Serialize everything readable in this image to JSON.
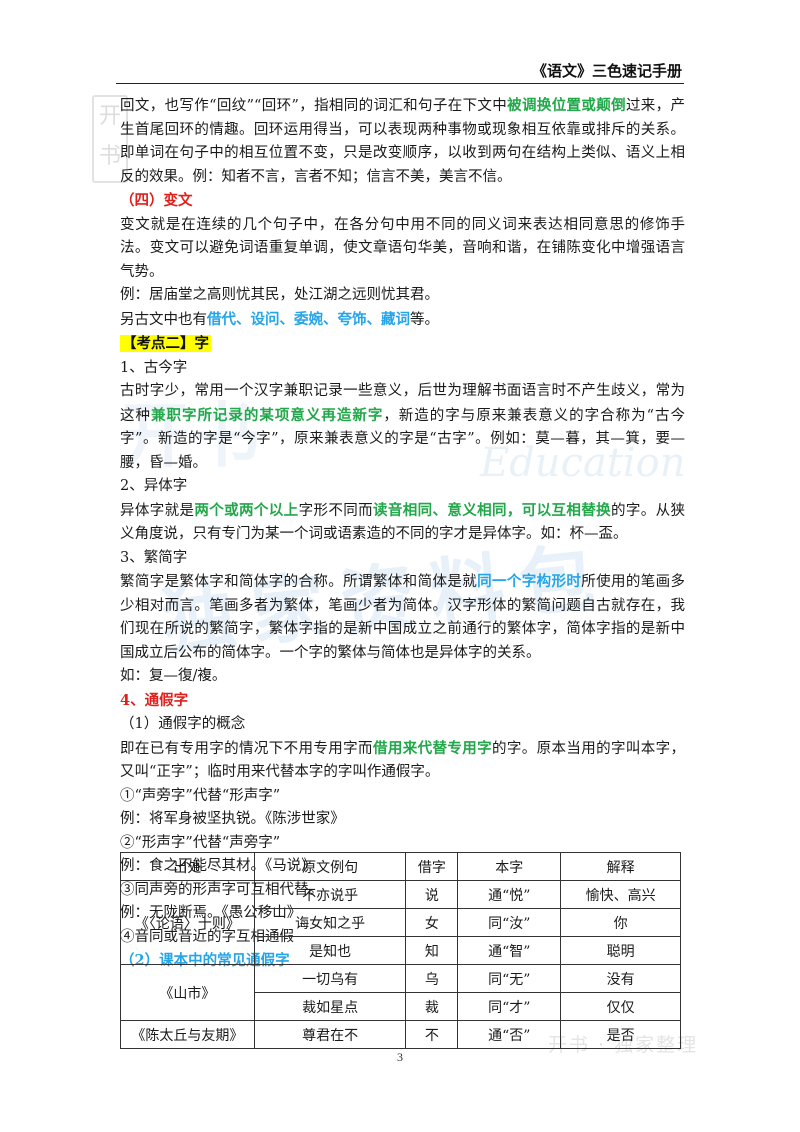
{
  "header": {
    "title": "《语文》三色速记手册"
  },
  "watermarks": {
    "stamp": "开书",
    "big": "独家资料包",
    "mid": "开书",
    "edu": "Education",
    "bottom": "开书 · 独家整理"
  },
  "hui_wen": {
    "l1a": "回文，也写作“回纹”“回环”，指相同的词汇和句子在下文中",
    "l1b": "被调换位置或颠倒",
    "l1c": "过来，产生首尾回环的情趣。回环运用得当，可以表现两种事物或现象相互依靠或排斥的关系。即单词在句子中的相互位置不变，只是改变顺序，以收到两句在结构上类似、语义上相反的效果。例：知者不言，言者不知；信言不美，美言不信。"
  },
  "bian_wen": {
    "heading": "（四）变文",
    "p1": "变文就是在连续的几个句子中，在各分句中用不同的同义词来表达相同意思的修饰手法。变文可以避免词语重复单调，使文章语句华美，音响和谐，在铺陈变化中增强语言气势。",
    "p2": "例：居庙堂之高则忧其民，处江湖之远则忧其君。",
    "p3a": "另古文中也有",
    "p3b": "借代、设问、委婉、夸饰、藏词",
    "p3c": "等。"
  },
  "kaodian2": {
    "label": "【考点二】字"
  },
  "gujin": {
    "title": "1、古今字",
    "a": "古时字少，常用一个汉字兼职记录一些意义，后世为理解书面语言时不产生歧义，常为这种",
    "b": "兼职字所记录的某项意义再造新字",
    "c": "，新造的字与原来兼表意义的字合称为“古今字”。新造的字是“今字”，原来兼表意义的字是“古字”。例如：莫—暮，其—箕，要—腰，昏—婚。"
  },
  "yiti": {
    "title": "2、异体字",
    "a": "异体字就是",
    "b": "两个或两个以上",
    "c": "字形不同而",
    "d": "读音相同、意义相同，可以互相替换",
    "e": "的字。从狭义角度说，只有专门为某一个词或语素造的不同的字才是异体字。如：杯—盃。"
  },
  "fanjian": {
    "title": "3、繁简字",
    "a": "繁简字是繁体字和简体字的合称。所谓繁体和简体是就",
    "b": "同一个字构形时",
    "c": "所使用的笔画多少相对而言。笔画多者为繁体，笔画少者为简体。汉字形体的繁简问题自古就存在，我们现在所说的繁简字，繁体字指的是新中国成立之前通行的繁体字，简体字指的是新中国成立后公布的简体字。一个字的繁体与简体也是异体字的关系。",
    "d": "如：复—復/複。"
  },
  "tongjia": {
    "title": "4、通假字",
    "concept_title": "（1）通假字的概念",
    "a": "即在已有专用字的情况下不用专用字而",
    "b": "借用来代替专用字",
    "c": "的字。原本当用的字叫本字，又叫“正字”；临时用来代替本字的字叫作通假字。",
    "items": [
      "①“声旁字”代替“形声字”",
      "例：将军身被坚执锐。《陈涉世家》",
      "②“形声字”代替“声旁字”",
      "例：食之不能尽其材。《马说》",
      "③同声旁的形声字可互相代替。",
      "例：无陇断焉。《愚公移山》",
      "④音同或音近的字互相通假"
    ],
    "table_title": "（2）课本中的常见通假字"
  },
  "table": {
    "headers": [
      "出处",
      "原文例句",
      "借字",
      "本字",
      "解释"
    ],
    "groups": [
      {
        "source": "《〈论语〉十则》",
        "rows": [
          [
            "不亦说乎",
            "说",
            "通“悦”",
            "愉快、高兴"
          ],
          [
            "诲女知之乎",
            "女",
            "同“汝”",
            "你"
          ],
          [
            "是知也",
            "知",
            "通“智”",
            "聪明"
          ]
        ]
      },
      {
        "source": "《山市》",
        "rows": [
          [
            "一切乌有",
            "乌",
            "同“无”",
            "没有"
          ],
          [
            "裁如星点",
            "裁",
            "同“才”",
            "仅仅"
          ]
        ]
      },
      {
        "source": "《陈太丘与友期》",
        "rows": [
          [
            "尊君在不",
            "不",
            "通“否”",
            "是否"
          ]
        ]
      }
    ]
  },
  "page_number": "3"
}
